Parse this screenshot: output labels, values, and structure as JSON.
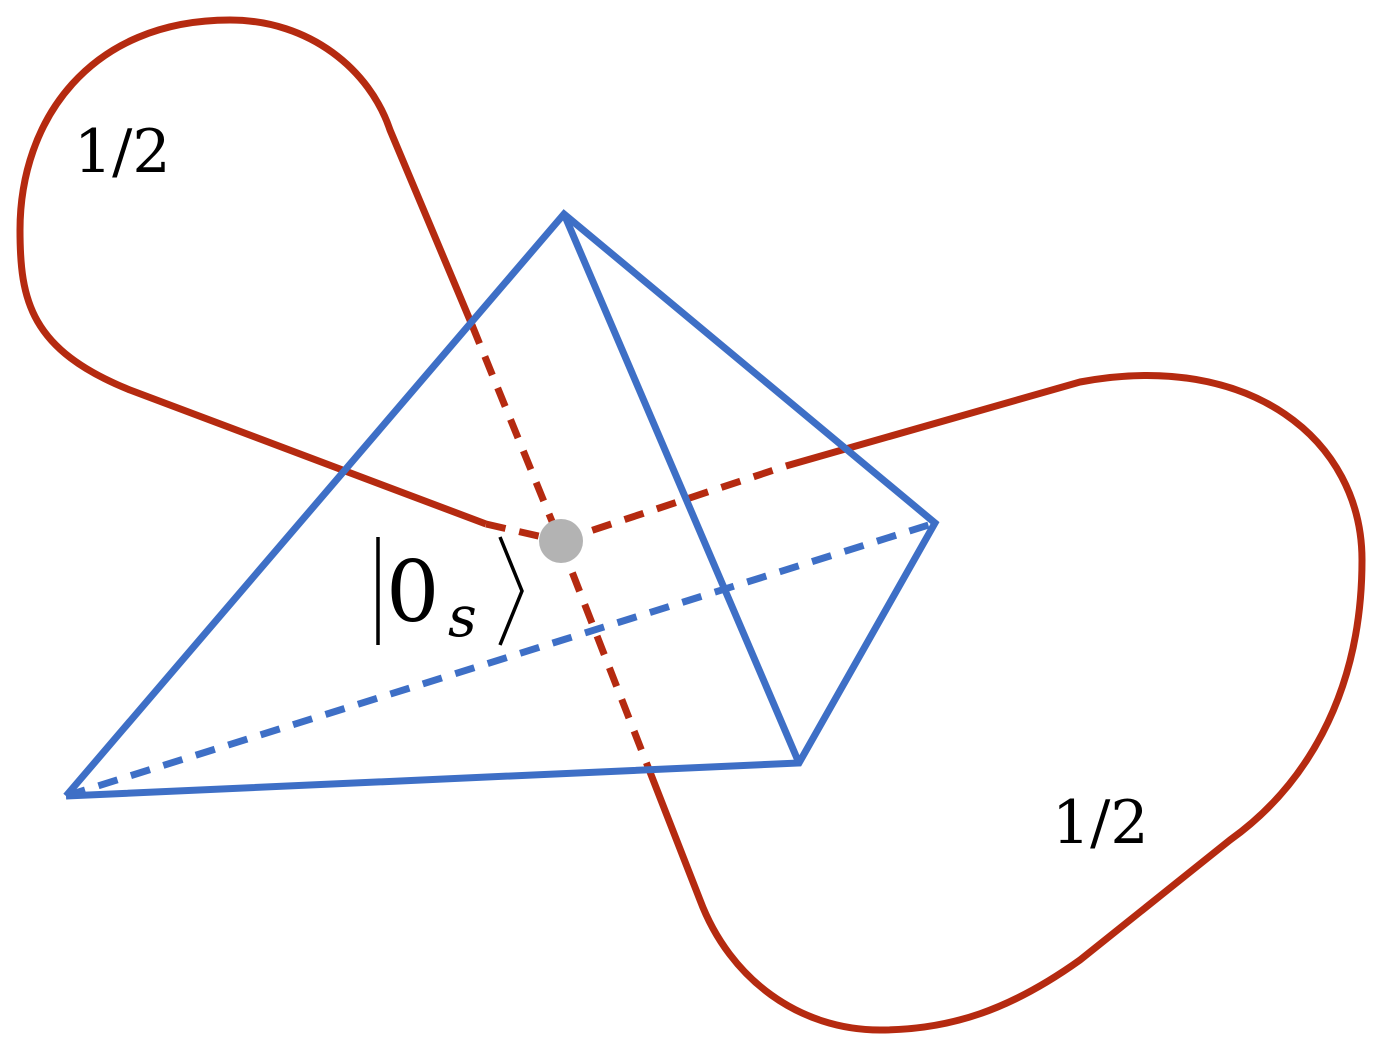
{
  "colors": {
    "curve": "#b52a10",
    "tetrahedron": "#3e6fc6",
    "state_point": "#b3b3b3",
    "text": "#000000"
  },
  "labels": {
    "weight_top_left": "1/2",
    "weight_bottom_right": "1/2",
    "state_symbol": "0",
    "state_subscript": "s"
  }
}
